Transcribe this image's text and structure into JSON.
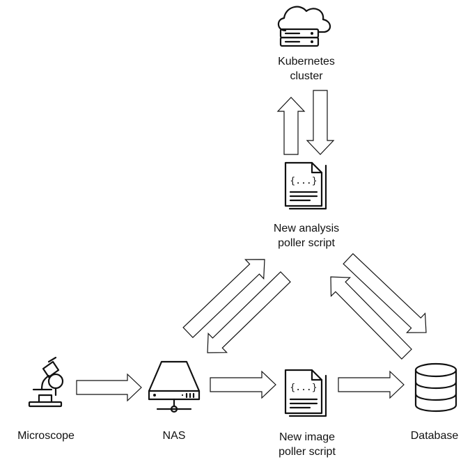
{
  "nodes": {
    "kubernetes": {
      "label_line1": "Kubernetes",
      "label_line2": "cluster"
    },
    "analysis_poller": {
      "label_line1": "New analysis",
      "label_line2": "poller script"
    },
    "microscope": {
      "label": "Microscope"
    },
    "nas": {
      "label": "NAS"
    },
    "image_poller": {
      "label_line1": "New image",
      "label_line2": "poller script"
    },
    "database": {
      "label": "Database"
    }
  },
  "icons": {
    "kubernetes": "cloud-server-icon",
    "analysis_poller": "code-document-icon",
    "microscope": "microscope-icon",
    "nas": "nas-drive-icon",
    "image_poller": "code-document-icon",
    "database": "database-icon"
  },
  "connections": [
    {
      "from": "analysis_poller",
      "to": "kubernetes"
    },
    {
      "from": "kubernetes",
      "to": "analysis_poller"
    },
    {
      "from": "nas",
      "to": "analysis_poller"
    },
    {
      "from": "analysis_poller",
      "to": "nas"
    },
    {
      "from": "analysis_poller",
      "to": "database"
    },
    {
      "from": "database",
      "to": "analysis_poller"
    },
    {
      "from": "microscope",
      "to": "nas"
    },
    {
      "from": "nas",
      "to": "image_poller"
    },
    {
      "from": "image_poller",
      "to": "database"
    }
  ],
  "code_glyph": "{...}",
  "colors": {
    "stroke": "#111111",
    "background": "#ffffff"
  }
}
